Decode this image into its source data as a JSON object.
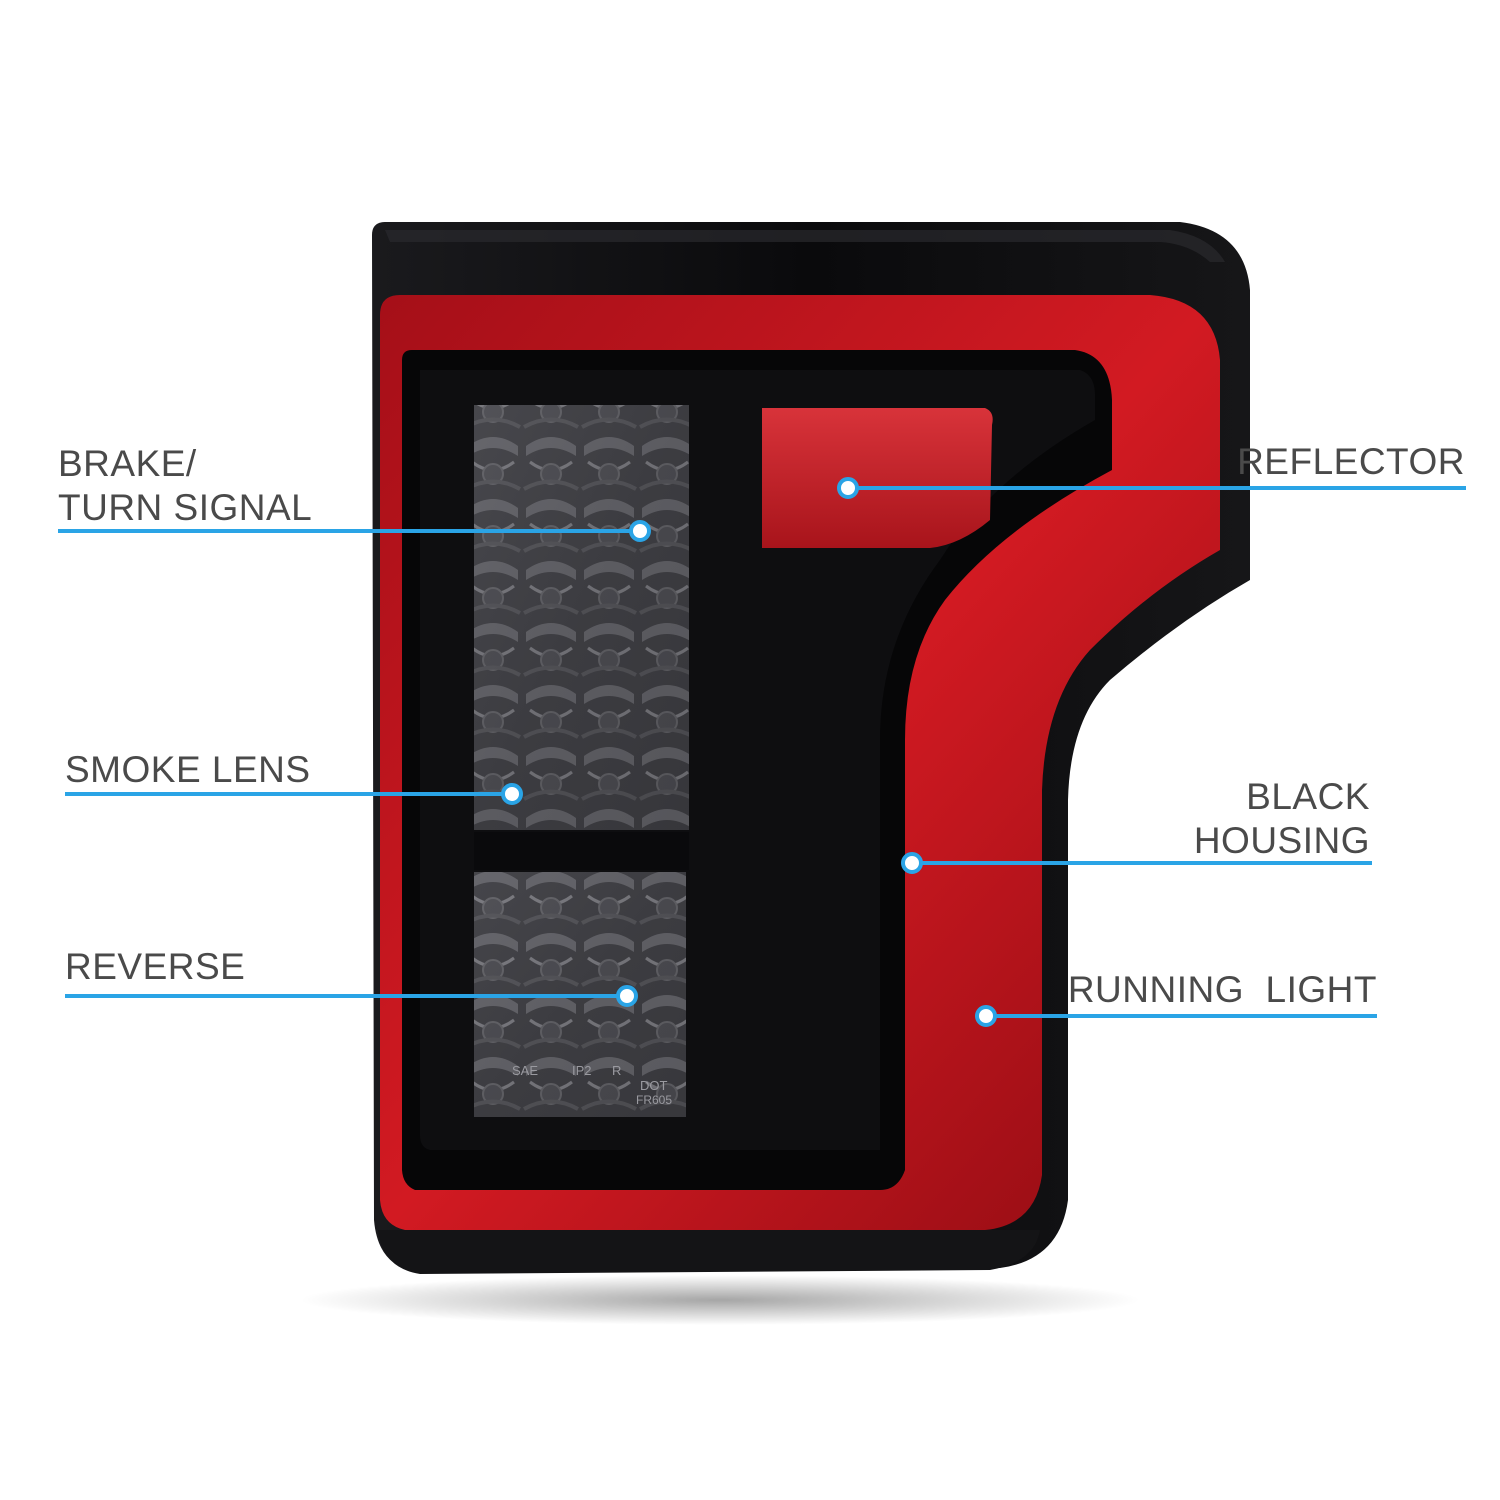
{
  "colors": {
    "callout": "#2aa4e6",
    "housing": "#0b0b0d",
    "red": "#c8121b",
    "label_text": "#4a4a4a"
  },
  "callouts": {
    "brake": {
      "line1": "BRAKE/",
      "line2": "TURN SIGNAL"
    },
    "smoke": {
      "label": "SMOKE LENS"
    },
    "reverse": {
      "label": "REVERSE"
    },
    "reflector": {
      "label": "REFLECTOR"
    },
    "housing": {
      "line1": "BLACK",
      "line2": "HOUSING"
    },
    "running": {
      "label": "RUNNING  LIGHT"
    }
  },
  "lens_markings": [
    "SAE",
    "IP2",
    "R",
    "DOT",
    "FR605"
  ]
}
